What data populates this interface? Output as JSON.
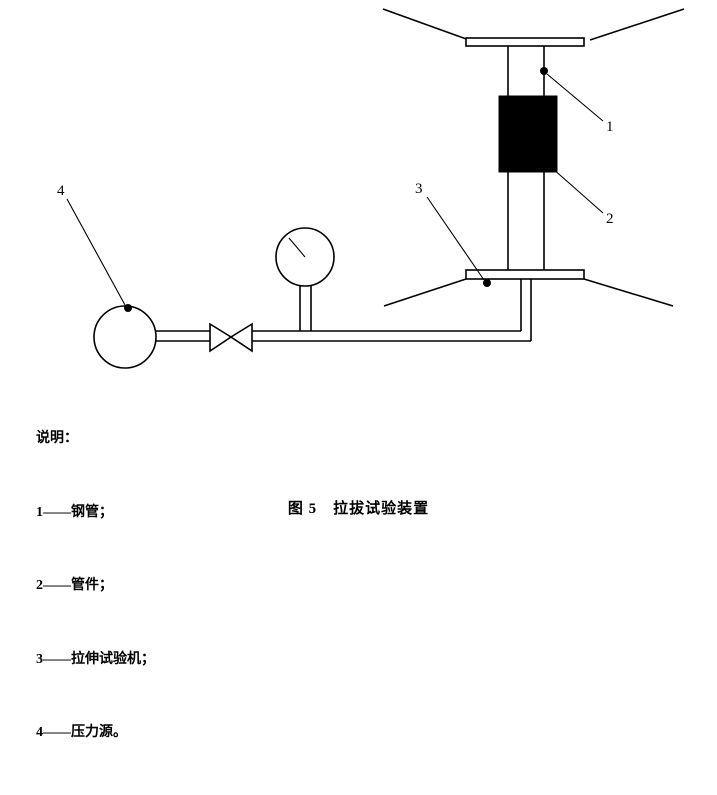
{
  "figure": {
    "callouts": {
      "1": "1",
      "2": "2",
      "3": "3",
      "4": "4"
    },
    "legend": {
      "title": "说明：",
      "items": [
        "1——钢管；",
        "2——管件；",
        "3——拉伸试验机；",
        "4——压力源。"
      ]
    },
    "caption": "图 5　拉拔试验装置",
    "colors": {
      "line": "#000000",
      "fitting_fill": "#000000",
      "background": "#ffffff"
    }
  }
}
